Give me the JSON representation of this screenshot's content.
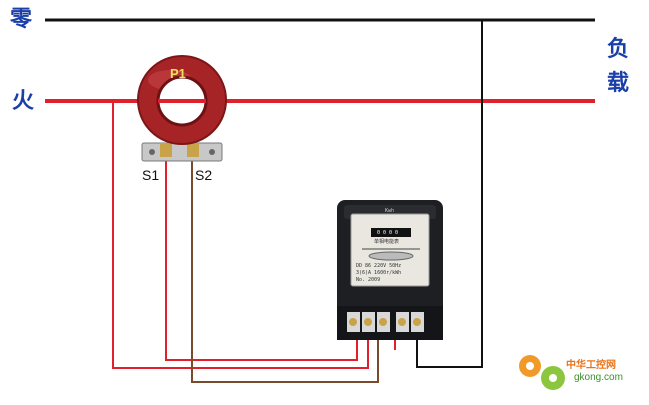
{
  "labels": {
    "neutral": "零",
    "live": "火",
    "load_top": "负",
    "load_bottom": "载",
    "ct_primary": "P1",
    "ct_s1": "S1",
    "ct_s2": "S2"
  },
  "meter": {
    "brand": "Kwh",
    "title": "单相电能表",
    "digits": "0 0 0 0",
    "spec_line_1": "DD 86   220V  50Hz",
    "spec_line_2": "3(6)A   1600r/kWh",
    "spec_line_3": "No.      2009"
  },
  "watermark": {
    "cn": "中华工控网",
    "en": "gkong.com"
  },
  "colors": {
    "neutral_wire": "#111111",
    "live_wire": "#e0202a",
    "label_blue": "#1b3fa8",
    "ct_body": "#b0282b",
    "meter_body": "#1e1f22",
    "wire_s2": "#7b4a2a"
  }
}
